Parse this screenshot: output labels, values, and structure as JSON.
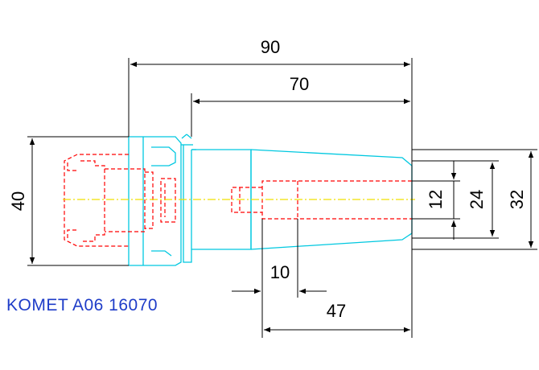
{
  "dimensions": {
    "total_length": "90",
    "body_length": "70",
    "flange_diameter": "40",
    "bore_depth": "10",
    "taper_length": "47",
    "bore_diameter": "12",
    "shank_diameter_small": "24",
    "shank_diameter_large": "32"
  },
  "caption": "KOMET A06 16070",
  "colors": {
    "outline": "#00c8e0",
    "hidden_lines": "#ff0000",
    "centerline": "#f0e000",
    "dimension_lines": "#000000",
    "caption": "#1e3cc8"
  }
}
